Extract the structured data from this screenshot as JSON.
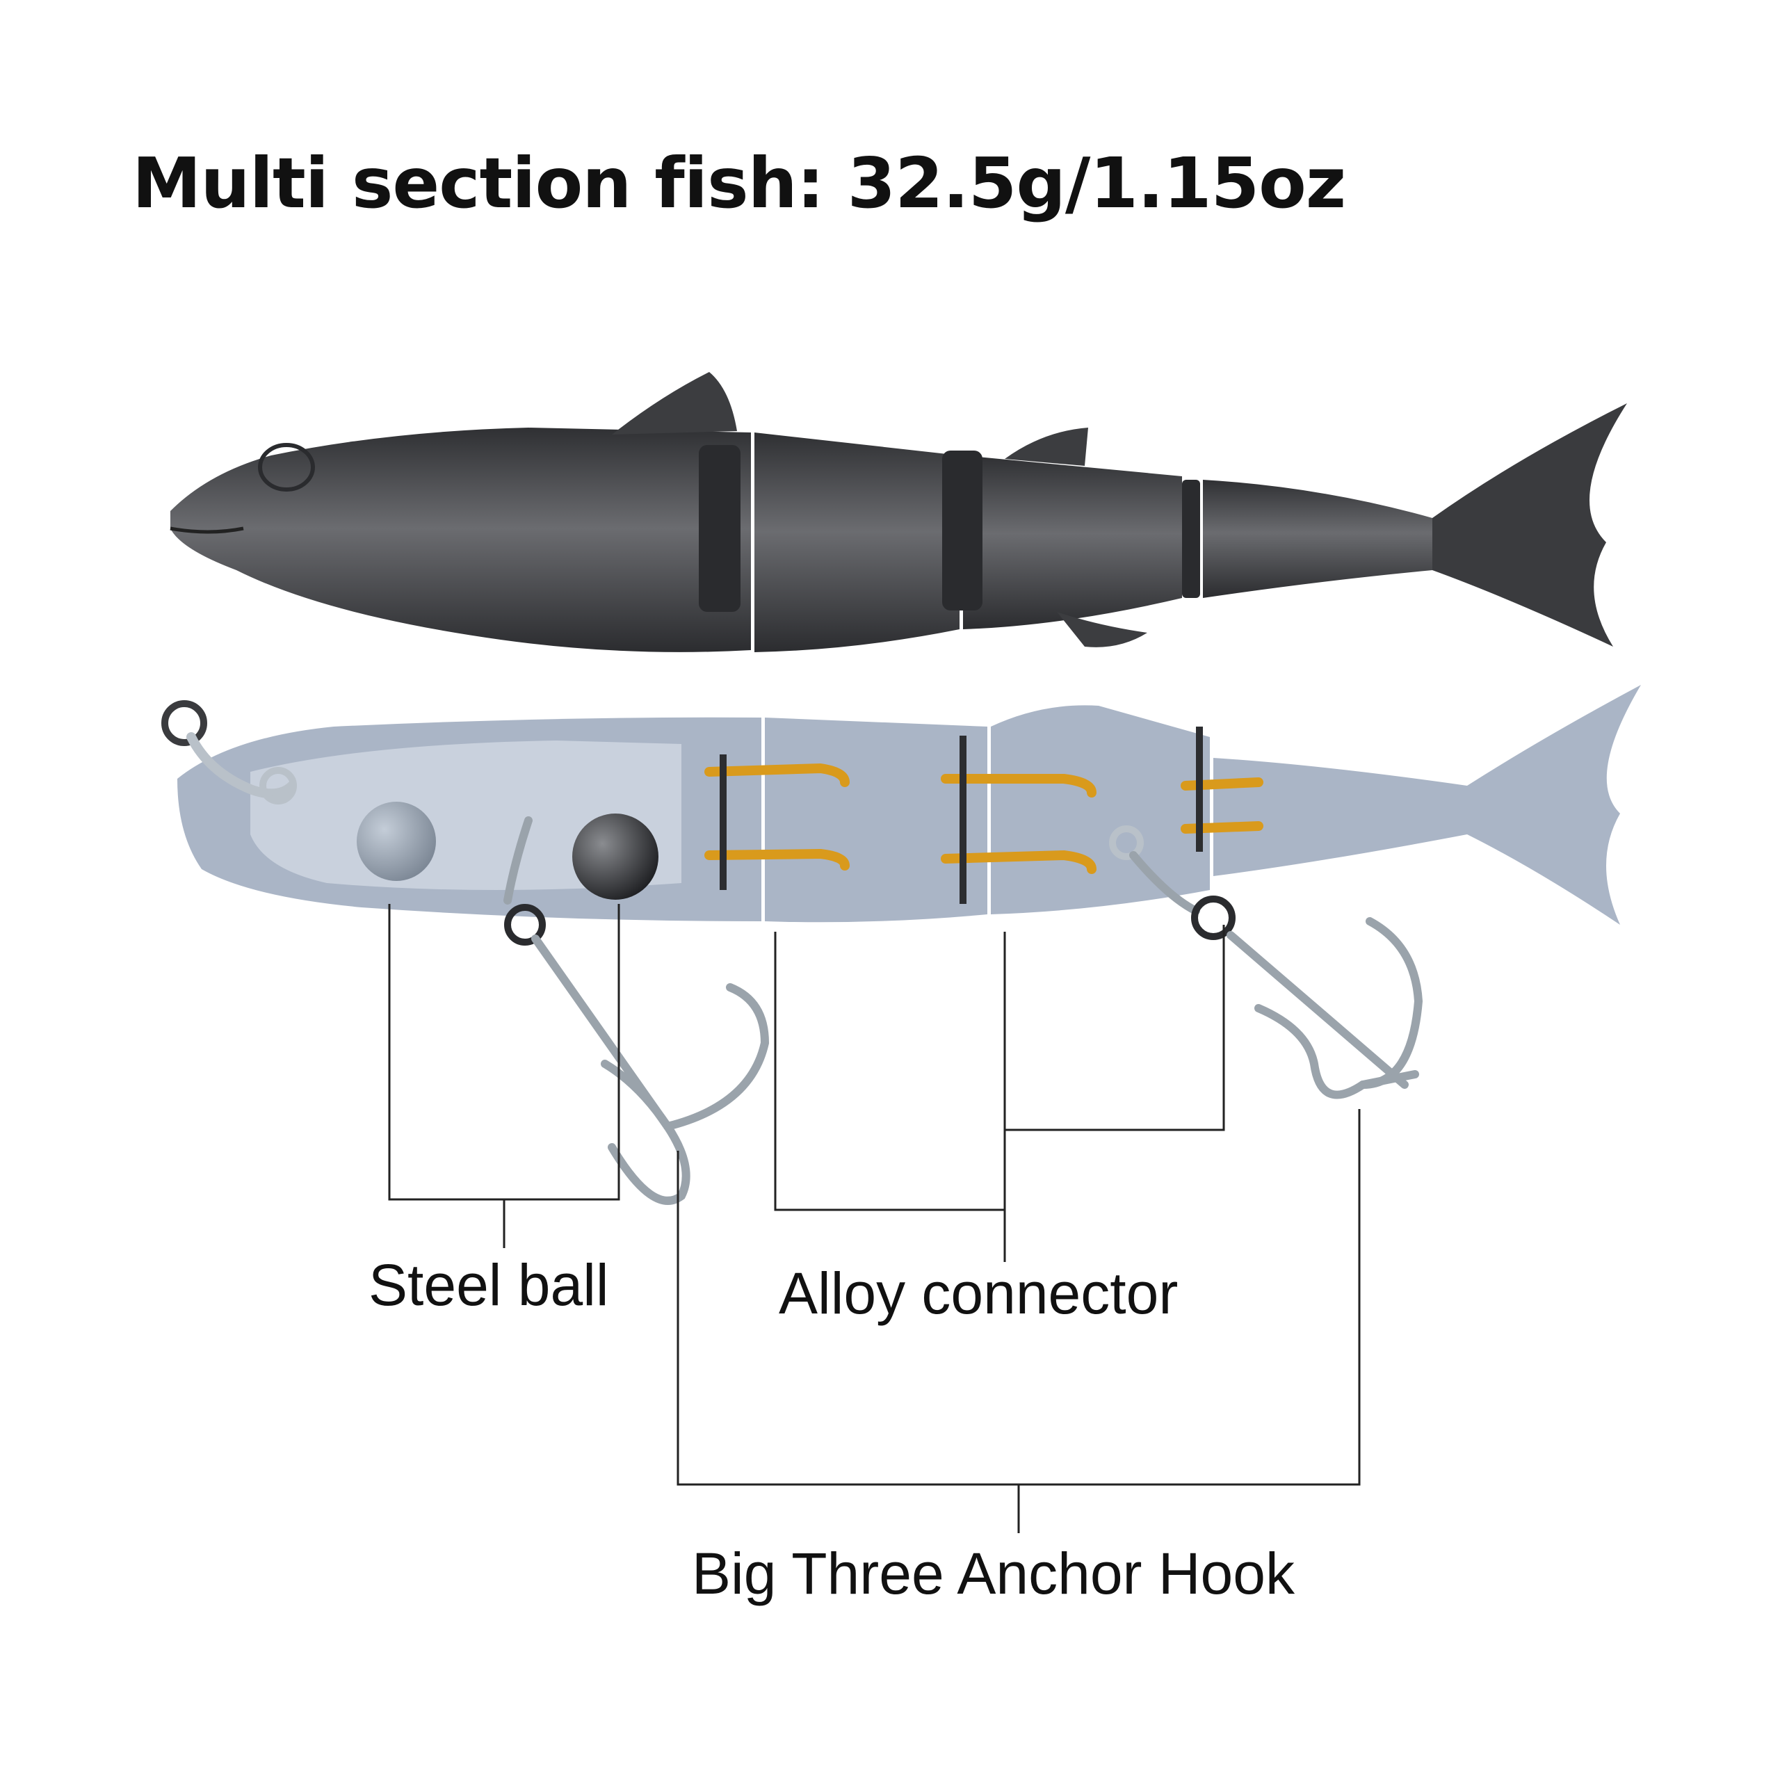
{
  "title": "Multi section fish:  32.5g/1.15oz",
  "labels": {
    "steel_ball": "Steel ball",
    "alloy_connector": "Alloy connector",
    "hook": "Big Three Anchor Hook"
  },
  "colors": {
    "exterior_body": "#4a4b4f",
    "cutaway_body": "#aab5c6",
    "connector": "#d99a1c",
    "steel_ball_light": "#8e99a8",
    "steel_ball_dark": "#3b3c3f",
    "hook": "#9aa3ab",
    "leader_line": "#222222"
  }
}
